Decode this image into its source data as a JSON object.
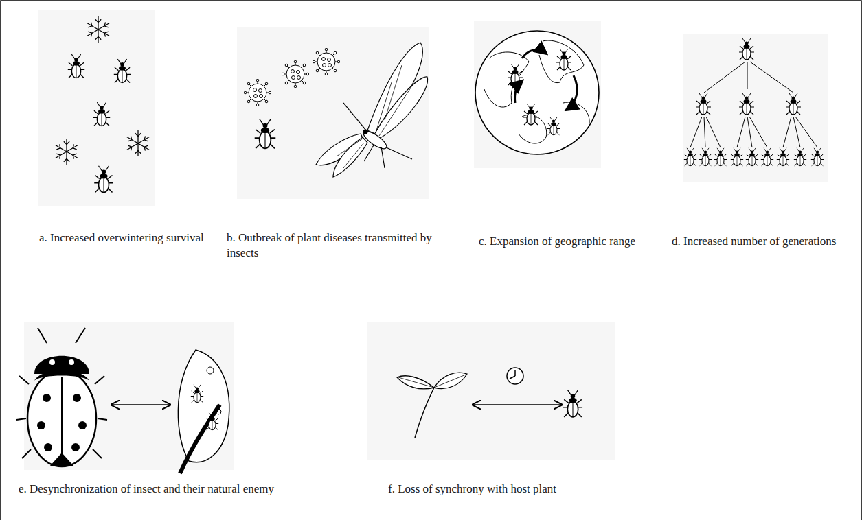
{
  "diagram": {
    "labels": [
      "a. Increased overwintering survival",
      "b. Outbreak of plant diseases transmitted by insects",
      "c. Expansion of geographic range",
      "d. Increased number of generations",
      "e. Desynchronization of insect and their natural enemy",
      "f. Loss of synchrony with host plant"
    ]
  }
}
